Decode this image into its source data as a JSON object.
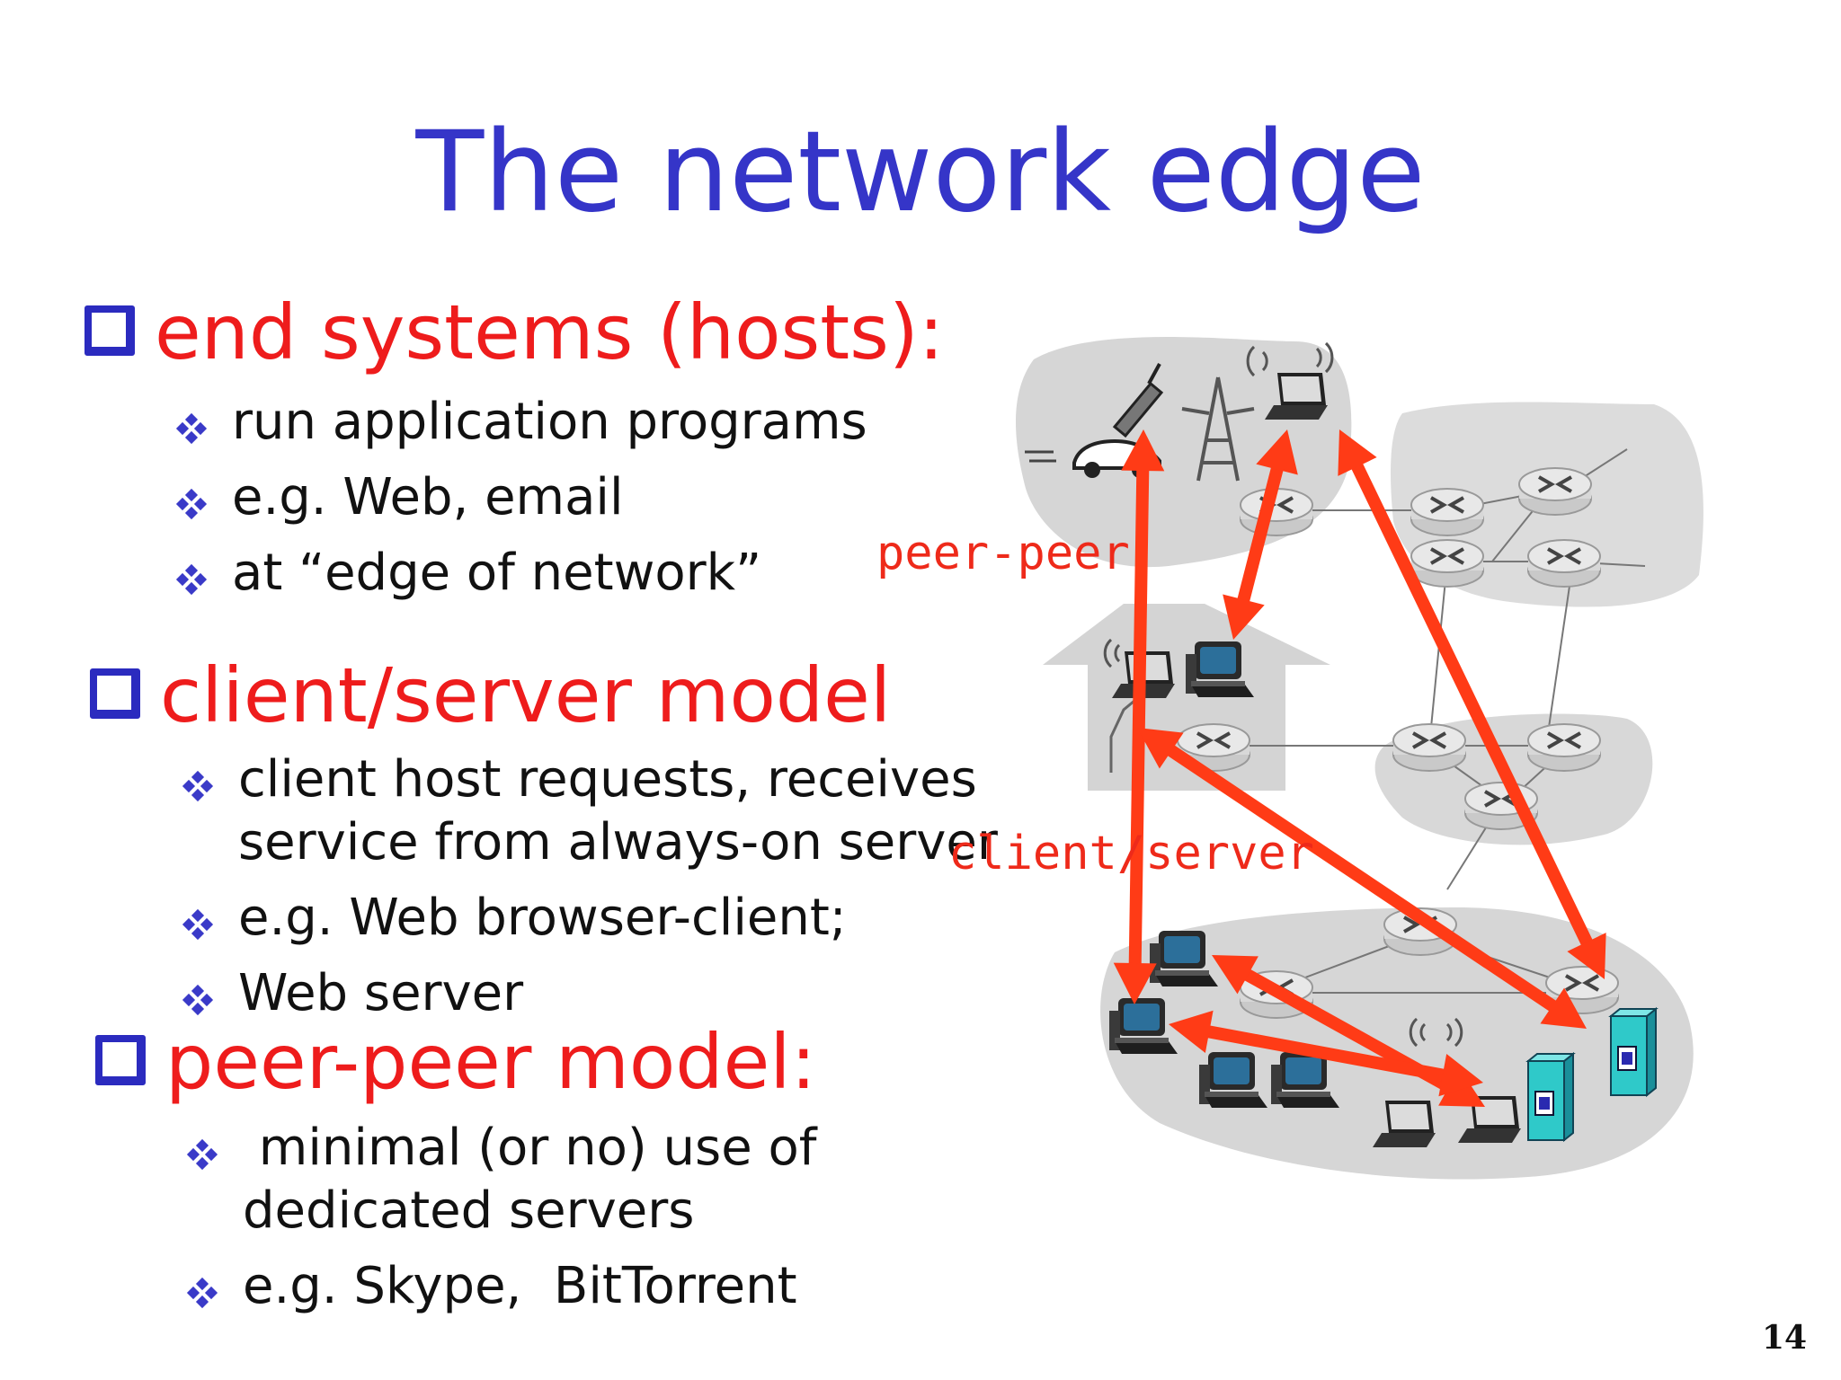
{
  "title": "The network edge",
  "sections": [
    {
      "heading": "end systems (hosts):",
      "items": [
        "run application programs",
        "e.g. Web, email",
        "at “edge of network”"
      ]
    },
    {
      "heading": "client/server model",
      "items": [
        "client host requests, receives",
        "service from always-on server",
        "e.g. Web browser-client;",
        "Web server"
      ]
    },
    {
      "heading": "peer-peer model:",
      "items": [
        " minimal (or no) use of",
        "dedicated servers",
        "e.g. Skype,  BitTorrent"
      ]
    }
  ],
  "diagram": {
    "peer_label": "peer-peer",
    "client_server_label": "client/server",
    "arrow_color": "#ff3b16",
    "cloud_color": "#d6d6d6"
  },
  "page_number": "14"
}
